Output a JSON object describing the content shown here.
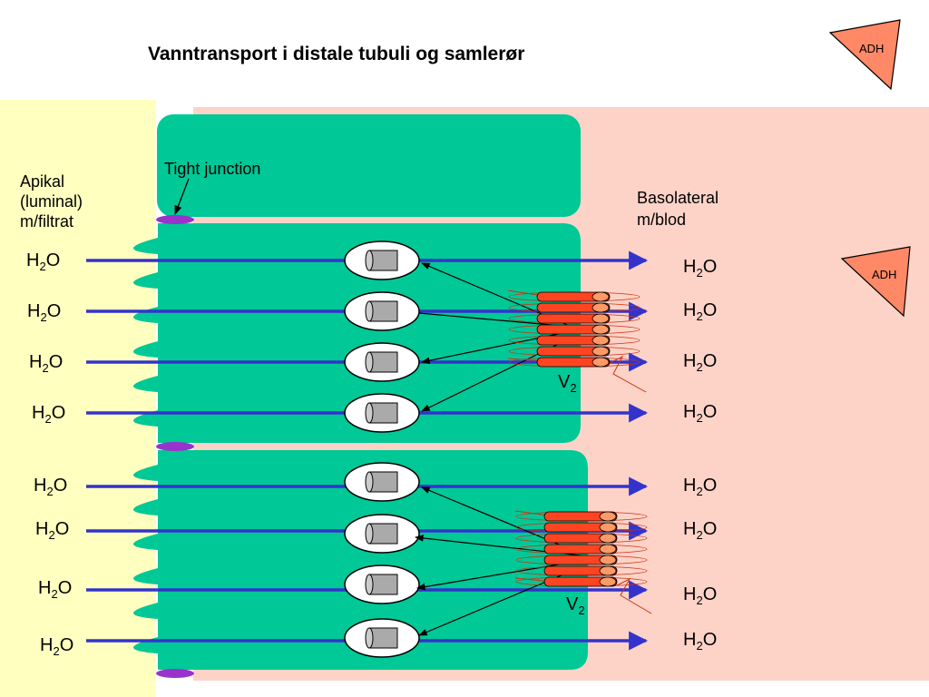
{
  "title": "Vanntransport i distale tubuli og samlerør",
  "apical_label": [
    "Apikal",
    "(luminal)",
    "m/filtrat"
  ],
  "basolateral_label": [
    "Basolateral",
    "m/blod"
  ],
  "tight_junction_label": "Tight junction",
  "hormone_label": "ADH",
  "receptor_label": {
    "main": "V",
    "sub": "2"
  },
  "water": {
    "main": "H",
    "sub": "2",
    "tail": "O"
  },
  "colors": {
    "lumen": "#ffffc0",
    "interstitium": "#fdd3c8",
    "cell": "#00c896",
    "arrow": "#3333cc",
    "tight_junction": "#9933cc",
    "receptor": "#ff4422",
    "adh": "#ff8866"
  },
  "cells": [
    {
      "water_channels": 4,
      "receptor_count": 7
    },
    {
      "water_channels": 4,
      "receptor_count": 7
    }
  ]
}
